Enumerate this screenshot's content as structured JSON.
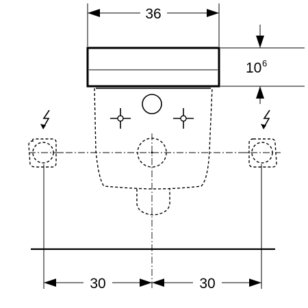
{
  "dimensions": {
    "top_width": "36",
    "right_height": "10",
    "right_height_sup": "6",
    "bottom_left": "30",
    "bottom_right": "30"
  },
  "icons": {
    "power_left": "electric-supply-icon",
    "power_right": "electric-supply-icon"
  }
}
